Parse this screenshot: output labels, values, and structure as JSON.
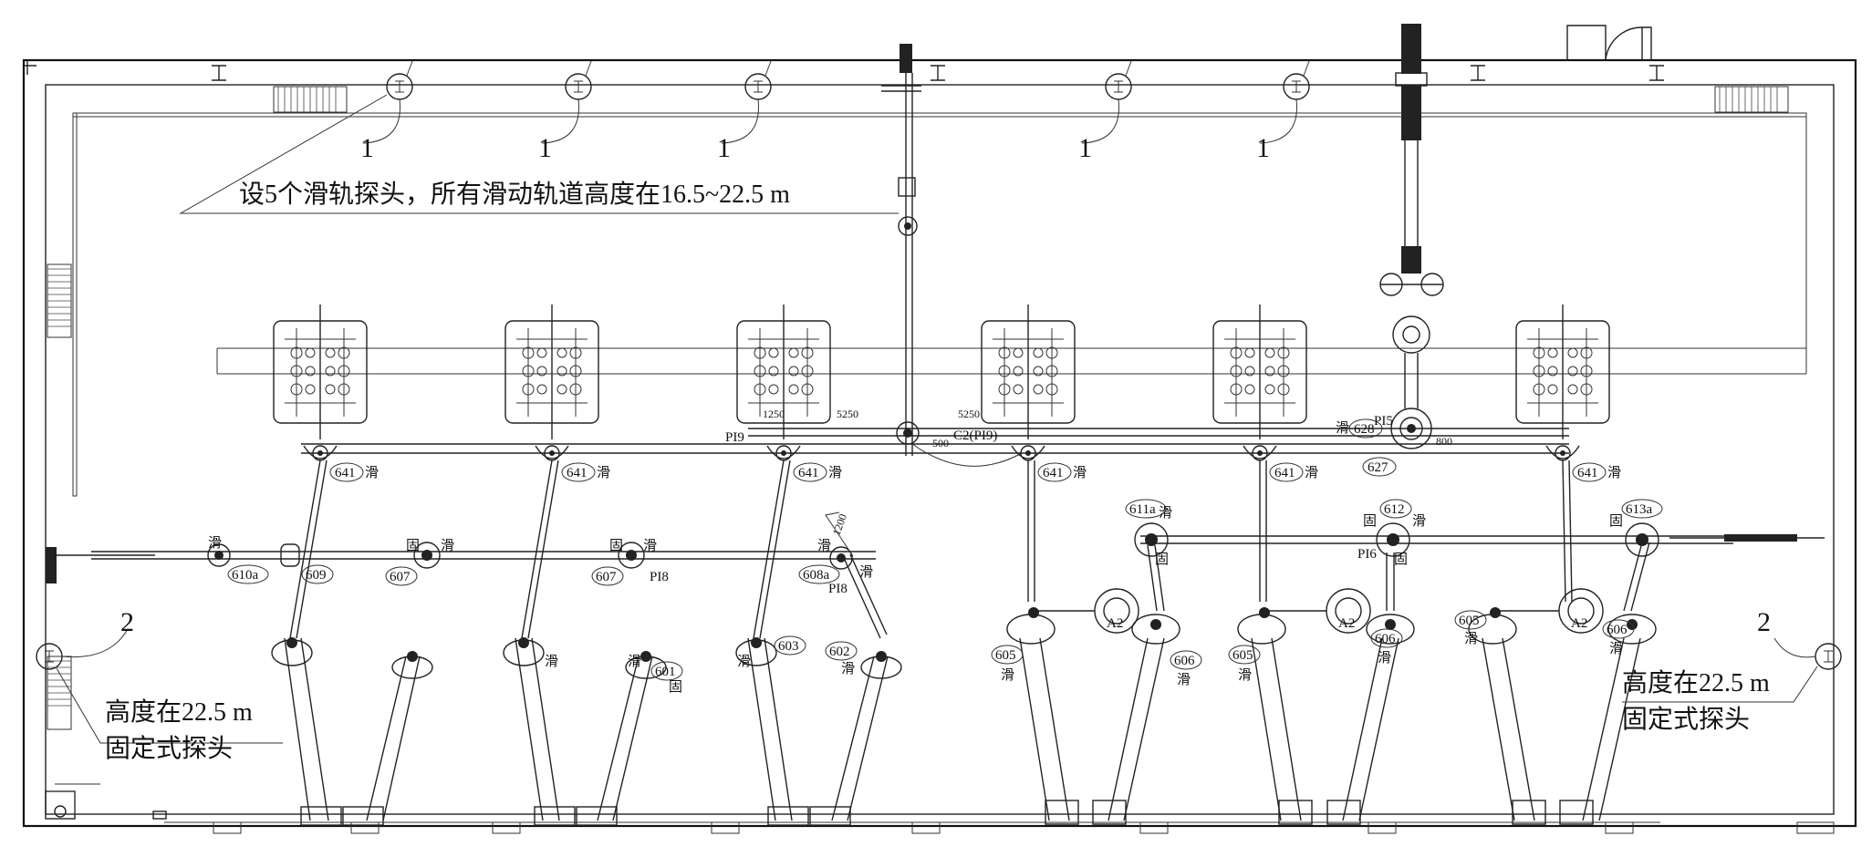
{
  "note_slide": "设5个滑轨探头，所有滑动轨道高度在16.5~22.5 m",
  "note_fixed_left": [
    "高度在22.5 m",
    "固定式探头"
  ],
  "note_fixed_right": [
    "高度在22.5 m",
    "固定式探头"
  ],
  "probe_1_label": "1",
  "probe_2_label": "2",
  "tag_641": "641",
  "tag_slide": "滑",
  "tag_fixed": "固",
  "tags_row1": [
    "610a",
    "609",
    "607",
    "607",
    "608a",
    "611a",
    "612",
    "613a"
  ],
  "tags_row2": [
    "601",
    "602",
    "603",
    "605",
    "606",
    "605",
    "606",
    "605",
    "606"
  ],
  "tag_627": "627",
  "tag_628": "628",
  "tag_pi5": "PI5",
  "tag_pi6": "PI6",
  "tag_pi8": "PI8",
  "tag_pi9": "PI9",
  "tag_c2pi9": "C2(PI9)",
  "tag_a2": "A2",
  "dim_5250": "5250",
  "dim_1250": "1250",
  "dim_1200": "1200",
  "dim_500": "500",
  "dim_800": "800"
}
